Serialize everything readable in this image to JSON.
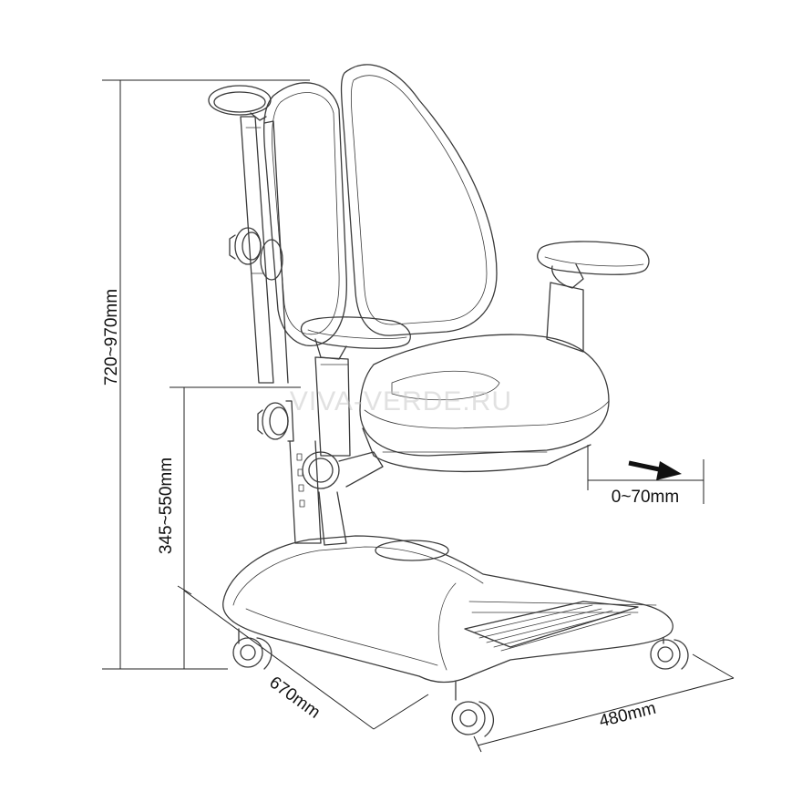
{
  "dimensions": {
    "overall_height": "720~970mm",
    "seat_height": "345~550mm",
    "base_depth": "670mm",
    "base_width": "480mm",
    "seat_slide": "0~70mm"
  },
  "watermark": "VIVA-VERDE.RU",
  "colors": {
    "line": "#3a3a3a",
    "dimension": "#222222",
    "watermark": "#c8c8c8"
  }
}
